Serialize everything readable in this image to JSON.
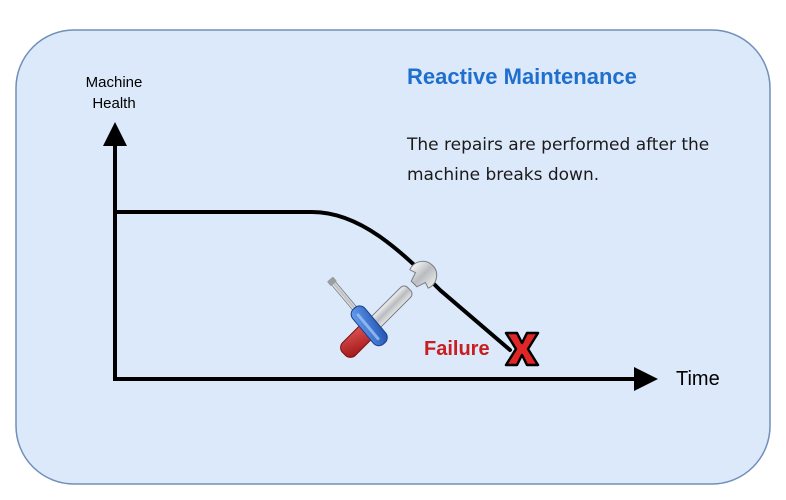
{
  "title": "Reactive Maintenance",
  "description": {
    "line1": "The repairs are performed after the",
    "line2": "machine breaks down."
  },
  "axes": {
    "y_label_line1": "Machine",
    "y_label_line2": "Health",
    "x_label": "Time"
  },
  "failure_label": "Failure",
  "colors": {
    "panel_fill": "#dce9fb",
    "panel_stroke": "#6f8fb8",
    "title": "#1f6fce",
    "failure_text": "#c81e1e",
    "failure_x": "#e02626",
    "screwdriver_handle": "#2d6bd6",
    "wrench": "#c81e1e"
  },
  "icons": [
    "tools-icon",
    "failure-x-icon"
  ]
}
